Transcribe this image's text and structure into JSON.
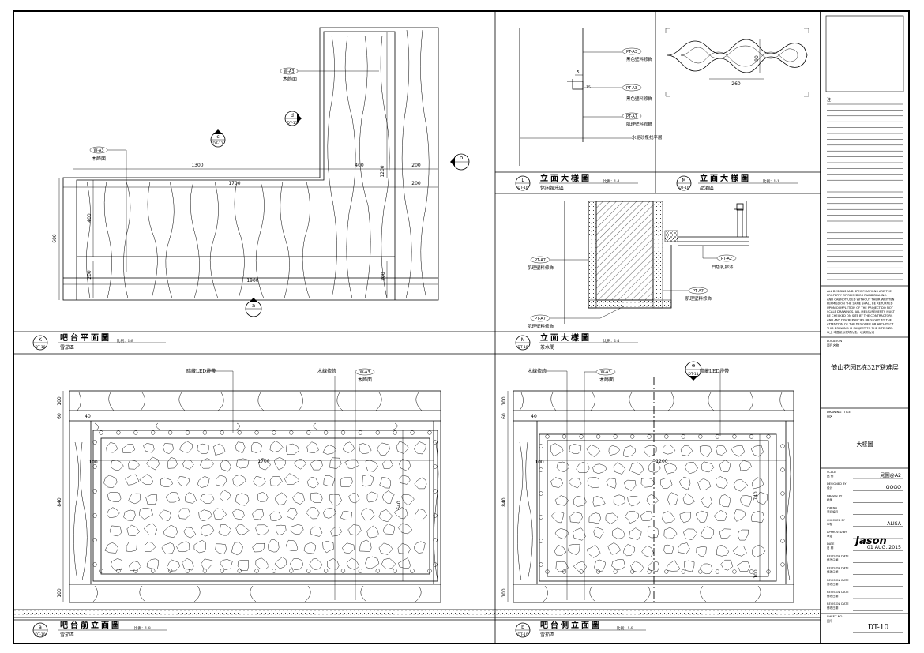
{
  "plan": {
    "title": "吧台平面圖",
    "scale": "比例：1:8",
    "subtitle": "雪茄區",
    "marker_letter": "K",
    "marker_ref": "DT-10",
    "labels": {
      "wood_code": "W-A3",
      "wood_name": "木飾面",
      "wood_code2": "W-A3",
      "wood_name2": "木飾面"
    },
    "dims": {
      "d1300": "1300",
      "d400": "400",
      "d200a": "200",
      "d1700": "1700",
      "d200b": "200",
      "d1200": "1200",
      "d600": "600",
      "d400v": "400",
      "d200c": "200",
      "d1900": "1900",
      "d200d": "200"
    },
    "callouts": {
      "c_letter": "c",
      "c_ref": "DT-11",
      "d_letter": "d",
      "d_ref": "DT-11",
      "b_letter": "b",
      "a_letter": "a"
    }
  },
  "detail_l": {
    "title": "立面大樣圖",
    "scale": "比例：1:1",
    "subtitle": "休闲娱乐區",
    "marker_letter": "L",
    "marker_ref": "DT-10",
    "labels": [
      {
        "code": "PT-A3",
        "name": "黑色壁料修飾"
      },
      {
        "code": "PT-A3",
        "name": "黑色壁料修飾"
      },
      {
        "code": "PT-A7",
        "name": "肌理壁料修飾"
      }
    ],
    "bottom_note": "水泥砂漿找平層",
    "dims": {
      "d5": "5",
      "d15": "15"
    }
  },
  "detail_m": {
    "title": "立面大樣圖",
    "scale": "比例：1:1",
    "subtitle": "品酒區",
    "marker_letter": "M",
    "marker_ref": "DT-10",
    "dims": {
      "d90": "90",
      "d260": "260"
    }
  },
  "detail_n": {
    "title": "立面大樣圖",
    "scale": "比例：1:1",
    "subtitle": "茶水間",
    "marker_letter": "N",
    "marker_ref": "DT-10",
    "labels": [
      {
        "code": "PT-A7",
        "name": "肌理壁料修飾"
      },
      {
        "code": "PT-A2",
        "name": "白色乳膠漆"
      },
      {
        "code": "PT-A7",
        "name": "肌理壁料修飾"
      },
      {
        "code": "PT-A7",
        "name": "肌理壁料修飾"
      }
    ]
  },
  "front": {
    "title": "吧台前立面圖",
    "scale": "比例：1:8",
    "subtitle": "雪茄區",
    "marker_letter": "a",
    "marker_ref": "DT-10",
    "labels": {
      "led": "暗藏LED燈帶",
      "wood_trim": "木線修飾",
      "wood_code": "W-A3",
      "wood_name": "木飾面"
    },
    "dims": {
      "d100t": "100",
      "d60": "60",
      "d40": "40",
      "d100l": "100",
      "d1700": "1700",
      "d840": "840",
      "d640": "640",
      "d100b": "100"
    }
  },
  "side": {
    "title": "吧台側立面圖",
    "scale": "比例：1:8",
    "subtitle": "雪茄區",
    "marker_letter": "b",
    "marker_ref": "DT-10",
    "labels": {
      "wood_trim": "木線修飾",
      "wood_code": "W-A3",
      "wood_name": "木飾面",
      "led": "暗藏LED燈帶"
    },
    "callout_letter": "e",
    "callout_ref": "DT-11",
    "dims": {
      "d100t": "100",
      "d60": "60",
      "d40": "40",
      "d100l": "100",
      "d1200": "1200",
      "d840": "840",
      "d740": "740",
      "d100b": "100",
      "d100r": "100"
    }
  },
  "titleblock": {
    "remarks_label": "注：",
    "disclaimer": [
      "ALL DESIGNS AND SPECIFICATIONS ARE THE",
      "PROPERTY OF REMEDIOS RAINBIRDA INC.",
      "AND CANNOT USED WITHOUT THEIR WRITTEN",
      "PERMISSION THE SAME SHALL BE RETURNED",
      "UPON COMPLETION OF THE PROJECT DO NOT",
      "SCALE DRAWINGS. ALL MEASUREMENTS MUST",
      "BE CHECKED ON SITE BY THE CONTRACTORS",
      "AND ANY DISCREPANCIES BROUGHT TO THE",
      "ATTENTION OF THE DESIGNER OR ARCHITECT.",
      "THIS DRAWING IS SUBJECT TO THE SITE SIZE.",
      "以上 本图纸以现场为准，以实测为准"
    ],
    "location_label": "LOCATION",
    "location_sub": "项目名称",
    "project": "倚山花园E栋32F避难层",
    "drawing_title_label": "DRAWING TITLE",
    "drawing_title_sub": "图名",
    "drawing_title": "大樣圖",
    "rows": [
      {
        "label": "SCALE",
        "sub": "比  例",
        "value": "見圖@A2"
      },
      {
        "label": "DESIGNED BY",
        "sub": "设计",
        "value": "GOGO"
      },
      {
        "label": "DRAWN BY",
        "sub": "绘图",
        "value": ""
      },
      {
        "label": "JOB NO.",
        "sub": "项目编号",
        "value": ""
      },
      {
        "label": "CHECKED BY",
        "sub": "审核",
        "value": "ALISA"
      },
      {
        "label": "APPROVED BY",
        "sub": "审定",
        "value": ""
      },
      {
        "label": "DATE",
        "sub": "日  期",
        "value": "01 AUG..2015"
      },
      {
        "label": "REVISION DATE",
        "sub": "修改日期",
        "value": ""
      },
      {
        "label": "REVISION DATE",
        "sub": "修改日期",
        "value": ""
      },
      {
        "label": "REVISION DATE",
        "sub": "修改日期",
        "value": ""
      },
      {
        "label": "REVISION DATE",
        "sub": "修改日期",
        "value": ""
      },
      {
        "label": "REVISION DATE",
        "sub": "修改日期",
        "value": ""
      }
    ],
    "signature": "Jason",
    "sheet_no_label": "SHEET NO.",
    "sheet_no_sub": "图号",
    "sheet_no": "DT-10"
  }
}
